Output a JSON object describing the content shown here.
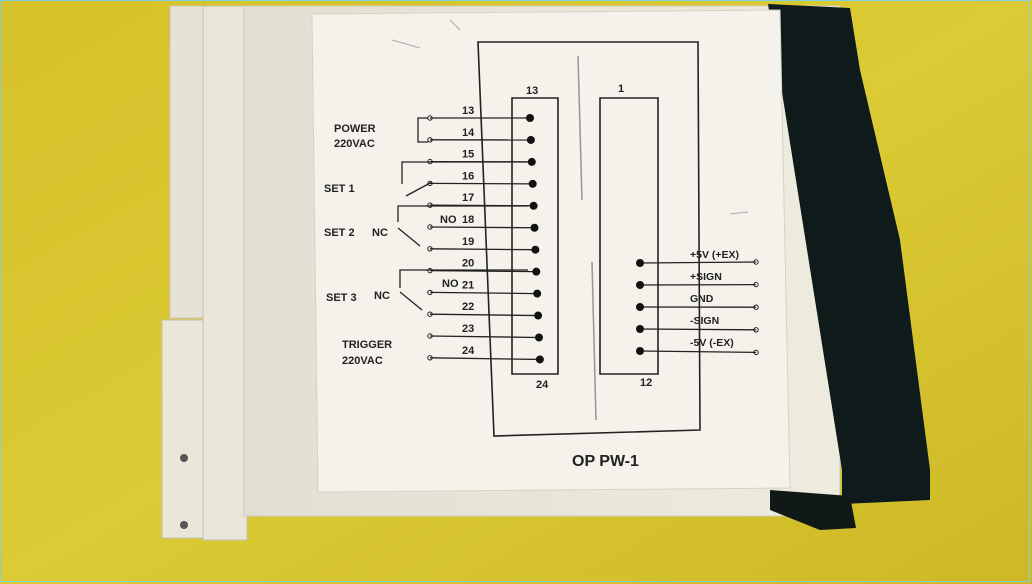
{
  "device_model": "OP PW-1",
  "connector_left": {
    "top_pin": "13",
    "bottom_pin": "24"
  },
  "connector_right": {
    "top_pin": "1",
    "bottom_pin": "12"
  },
  "left_pins": [
    "13",
    "14",
    "15",
    "16",
    "17",
    "18",
    "19",
    "20",
    "21",
    "22",
    "23",
    "24"
  ],
  "groups": {
    "power_line1": "POWER",
    "power_line2": "220VAC",
    "set1": "SET 1",
    "set2": "SET 2",
    "set3": "SET 3",
    "trigger_line1": "TRIGGER",
    "trigger_line2": "220VAC",
    "nc2": "NC",
    "no2": "NO",
    "nc3": "NC",
    "no3": "NO"
  },
  "right_signals": [
    "+5V (+EX)",
    "+SIGN",
    "GND",
    "-SIGN",
    "-5V (-EX)"
  ],
  "colors": {
    "background": "#d9c72c",
    "housing": "#ece9dc",
    "label": "#f3f1e8",
    "ink": "#222222",
    "bezel": "#0f1a1a"
  }
}
